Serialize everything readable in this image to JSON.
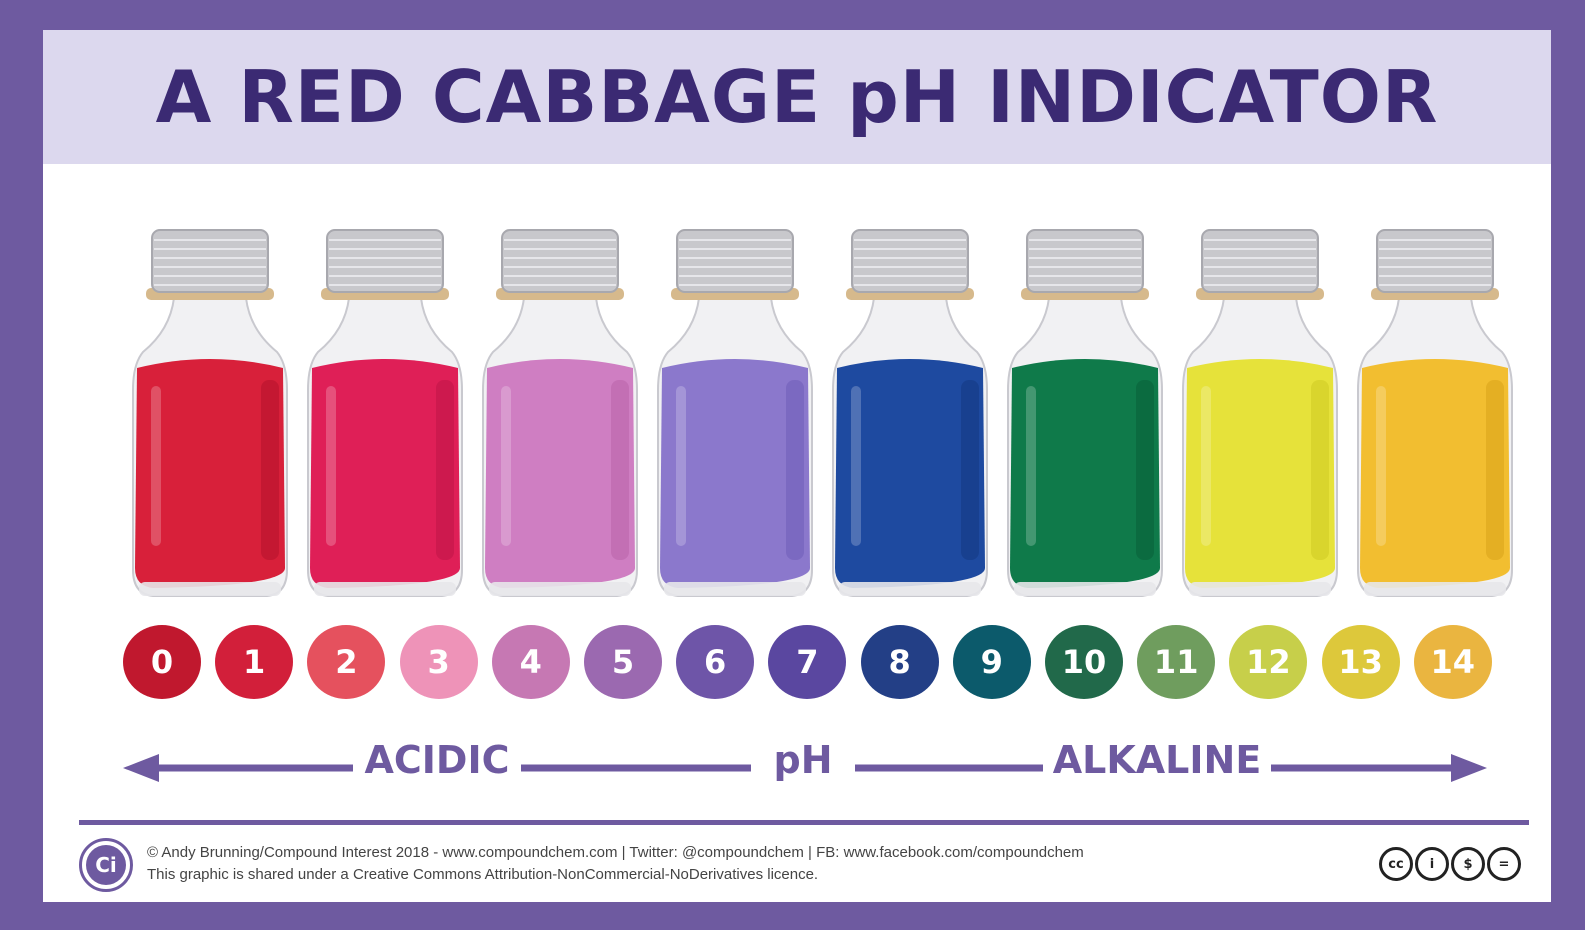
{
  "title": "A RED CABBAGE pH INDICATOR",
  "bottles": [
    {
      "liquid": "#d8203a",
      "shade": "#b5132c"
    },
    {
      "liquid": "#df1f57",
      "shade": "#bd1447"
    },
    {
      "liquid": "#cf7ec2",
      "shade": "#b962a9"
    },
    {
      "liquid": "#8b78cc",
      "shade": "#6f5db8"
    },
    {
      "liquid": "#1e4aa0",
      "shade": "#143881"
    },
    {
      "liquid": "#0f7a4a",
      "shade": "#0a5e38"
    },
    {
      "liquid": "#e6e23a",
      "shade": "#cdca23"
    },
    {
      "liquid": "#f2be30",
      "shade": "#d9a21a"
    }
  ],
  "ph_scale": [
    {
      "label": "0",
      "color": "#c0182e"
    },
    {
      "label": "1",
      "color": "#d21f3a"
    },
    {
      "label": "2",
      "color": "#e5515e"
    },
    {
      "label": "3",
      "color": "#ee93b8"
    },
    {
      "label": "4",
      "color": "#c678b3"
    },
    {
      "label": "5",
      "color": "#9b69b0"
    },
    {
      "label": "6",
      "color": "#6e55a8"
    },
    {
      "label": "7",
      "color": "#5a47a0"
    },
    {
      "label": "8",
      "color": "#233f86"
    },
    {
      "label": "9",
      "color": "#0c5a6b"
    },
    {
      "label": "10",
      "color": "#21694a"
    },
    {
      "label": "11",
      "color": "#6f9d5e"
    },
    {
      "label": "12",
      "color": "#c7cf4a"
    },
    {
      "label": "13",
      "color": "#ddc83b"
    },
    {
      "label": "14",
      "color": "#eab540"
    }
  ],
  "scale_labels": {
    "acidic": "ACIDIC",
    "ph": "pH",
    "alkaline": "ALKALINE"
  },
  "footer": {
    "logo_text": "Ci",
    "credit_line_1": "© Andy Brunning/Compound Interest 2018 - www.compoundchem.com | Twitter: @compoundchem | FB: www.facebook.com/compoundchem",
    "credit_line_2": "This graphic is shared under a Creative Commons Attribution-NonCommercial-NoDerivatives licence.",
    "cc_icons": [
      {
        "name": "cc-icon",
        "text": "cc"
      },
      {
        "name": "by-icon",
        "text": "i"
      },
      {
        "name": "nc-icon",
        "text": "$"
      },
      {
        "name": "nd-icon",
        "text": "="
      }
    ]
  },
  "colors": {
    "frame": "#6e5aa0",
    "title_band": "#dcd8ee",
    "title_text": "#3b2a73",
    "accent": "#6e5aa0"
  }
}
